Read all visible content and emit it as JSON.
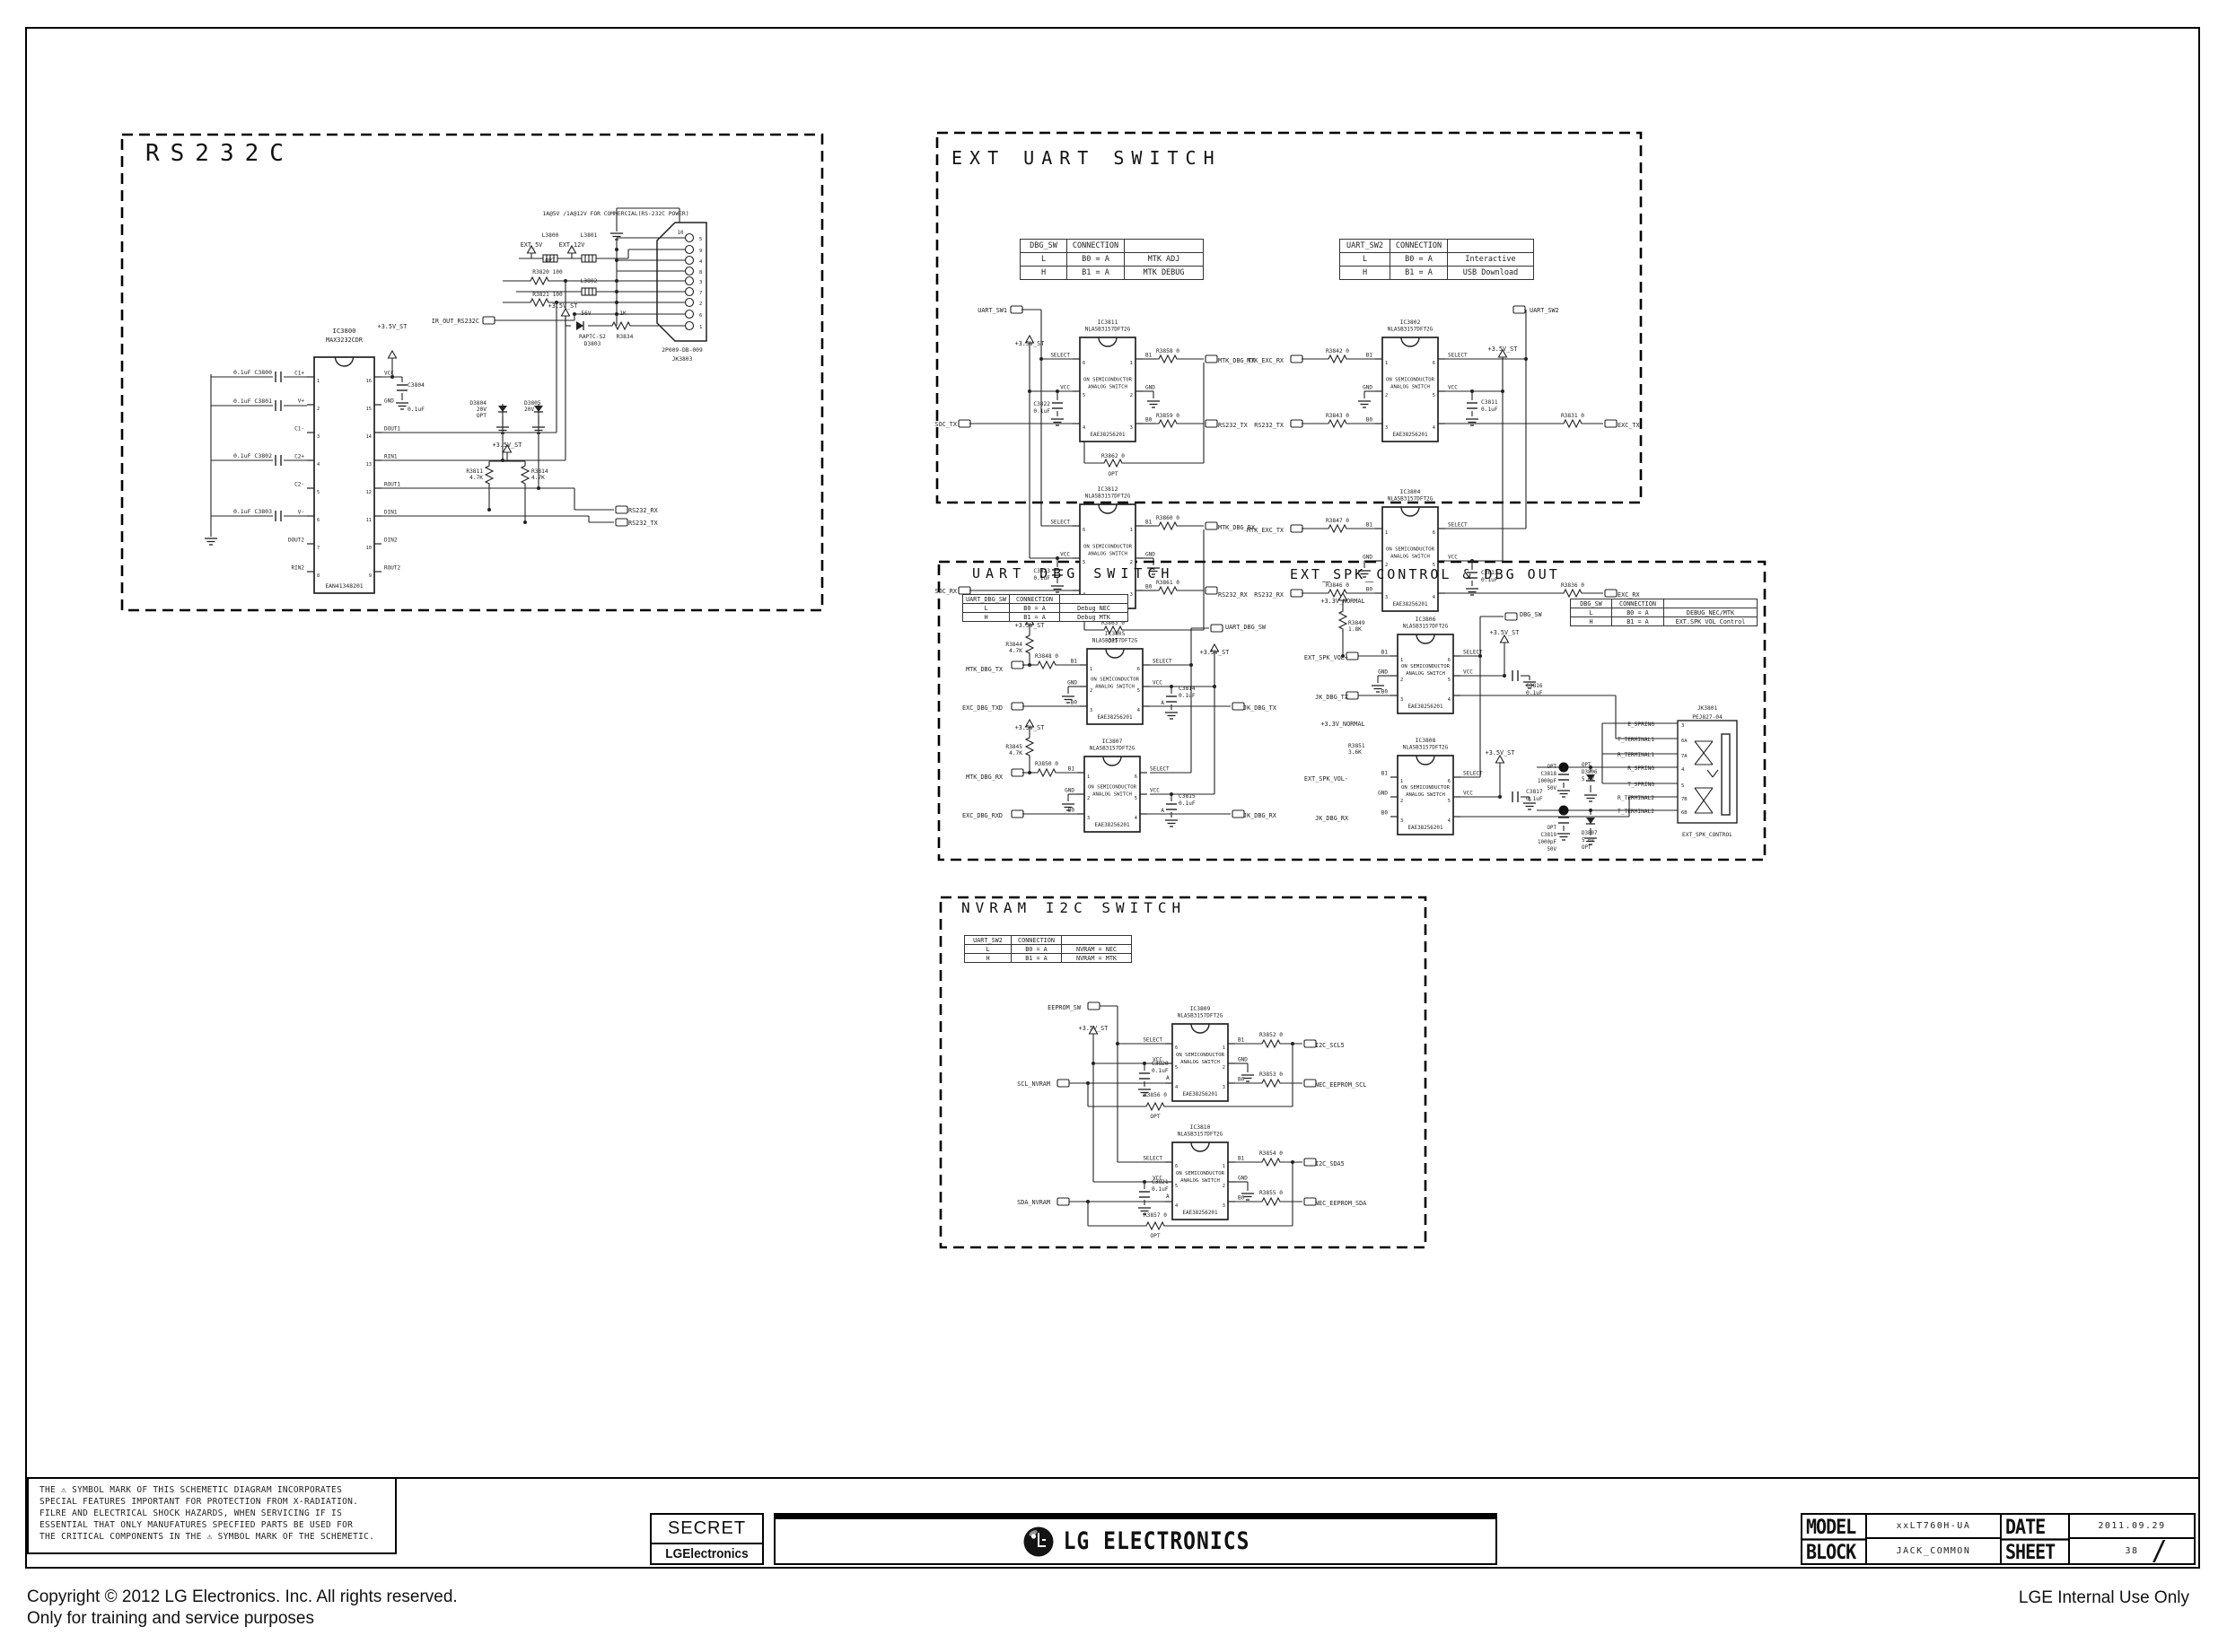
{
  "sections": {
    "rs232c": {
      "title": "RS232C",
      "labels": [
        "0.1uF C3800",
        "0.1uF C3801",
        "0.1uF C3802",
        "0.1uF C3803",
        "+3.5V_ST",
        "C3804",
        "0.1uF",
        "EXT_5V",
        "EXT_12V",
        "L3800",
        "OPT",
        "L3801",
        "R3820  100",
        "L3802",
        "R3821  100",
        "+3.5V_ST",
        "D3804",
        "20V",
        "OPT",
        "D3805",
        "20V",
        "56V",
        "1K",
        "RAPTC-S2",
        "D3803",
        "R3834",
        "+3.5V_ST",
        "R3811",
        "4.7K",
        "R3814",
        "4.7K",
        "IR_OUT_RS232C",
        "RS232_RX",
        "RS232_TX",
        "1A@5V /1A@12V FOR COMMERCIAL(RS-232C POWER)",
        "2P009-DB-009",
        "JK3803",
        "10",
        "5",
        "9",
        "4",
        "8",
        "3",
        "7",
        "2",
        "6",
        "1"
      ]
    },
    "ext_uart": {
      "title": "EXT UART SWITCH",
      "labels": [
        "UART_SW1",
        "+3.5V_ST",
        "SOC_TX",
        "SOC_RX",
        "C3822",
        "0.1uF",
        "C3823",
        "0.1uF",
        "R3862  0",
        "OPT",
        "R3863  0",
        "OPT",
        "R3858 0",
        "R3859 0",
        "R3860 0",
        "R3861 0",
        "MTK_DBG_TX",
        "RS232_TX",
        "MTK_DBG_RX",
        "RS232_RX",
        "MTK_EXC_RX",
        "R3842 0",
        "RS232_TX",
        "R3843 0",
        "MTK_EXC_TX",
        "R3847 0",
        "RS232_RX",
        "R3846 0",
        "UART_SW2",
        "+3.5V_ST",
        "C3811",
        "0.1uF",
        "C3813",
        "0.1uF",
        "R3831 0",
        "EXC_TX",
        "R3836 0",
        "EXC_RX"
      ]
    },
    "uart_dbg": {
      "title": "UART DBG SWITCH",
      "labels": [
        "+3.5V_ST",
        "R3844",
        "4.7K",
        "MTK_DBG_TX",
        "R3848 0",
        "EXC_DBG_TXD",
        "+3.5V_ST",
        "R3845",
        "4.7K",
        "MTK_DBG_RX",
        "R3850 0",
        "EXC_DBG_RXD",
        "C3814",
        "0.1uF",
        "A",
        "C3815",
        "0.1uF",
        "A",
        "UART_DBG_SW",
        "+3.5V_ST",
        "JK_DBG_TX",
        "JK_DBG_RX"
      ]
    },
    "spk": {
      "title": "EXT_SPK_CONTROL & DBG OUT",
      "labels": [
        "+3.3V_NORMAL",
        "R3849",
        "1.8K",
        "EXT_SPK_VOL+",
        "DBG_SW",
        "+3.5V_ST",
        "C3816",
        "0.1uF",
        "JK_DBG_TX",
        "+3.3V_NORMAL",
        "R3851",
        "3.6K",
        "EXT_SPK_VOL-",
        "JK_DBG_RX",
        "+3.5V_ST",
        "C3817",
        "0.1uF",
        "OPT",
        "C3818",
        "1000pF",
        "50V",
        "OPT",
        "D3806",
        "5.6V",
        "OPT",
        "C3819",
        "1000pF",
        "50V",
        "D3807",
        "5.6V",
        "OPT",
        "JK3801",
        "PEJ827-04",
        "E_SPRING",
        "3",
        "T_TERMINAL1",
        "6A",
        "R_TERMINAL1",
        "7A",
        "R_SPRING",
        "4",
        "T_SPRING",
        "5",
        "R_TERMINAL2",
        "7B",
        "T_TERMINAL2",
        "6B",
        "EXT_SPK_CONTROL"
      ]
    },
    "nvram": {
      "title": "NVRAM I2C SWITCH",
      "labels": [
        "EEPROM_SW",
        "+3.5V_ST",
        "SCL_NVRAM",
        "SDA_NVRAM",
        "C3820",
        "0.1uF",
        "A",
        "C3821",
        "0.1uF",
        "A",
        "R3852 0",
        "I2C_SCL5",
        "R3853 0",
        "NEC_EEPROM_SCL",
        "R3856 0",
        "OPT",
        "R3854 0",
        "I2C_SDA5",
        "R3855 0",
        "NEC_EEPROM_SDA",
        "R3857 0",
        "OPT"
      ]
    }
  },
  "tables": {
    "dbg_sw": {
      "headers": [
        "DBG_SW",
        "CONNECTION",
        ""
      ],
      "rows": [
        [
          "L",
          "B0 = A",
          "MTK ADJ"
        ],
        [
          "H",
          "B1 = A",
          "MTK DEBUG"
        ]
      ]
    },
    "uart_sw2": {
      "headers": [
        "UART_SW2",
        "CONNECTION",
        ""
      ],
      "rows": [
        [
          "L",
          "B0 = A",
          "Interactive"
        ],
        [
          "H",
          "B1 = A",
          "USB Download"
        ]
      ]
    },
    "uart_dbg_sw": {
      "headers": [
        "UART_DBG_SW",
        "CONNECTION",
        ""
      ],
      "rows": [
        [
          "L",
          "B0 = A",
          "Debug NEC"
        ],
        [
          "H",
          "B1 = A",
          "Debug MTK"
        ]
      ]
    },
    "spk_dbg_sw": {
      "headers": [
        "DBG_SW",
        "CONNECTION",
        ""
      ],
      "rows": [
        [
          "L",
          "B0 = A",
          "DEBUG_NEC/MTK"
        ],
        [
          "H",
          "B1 = A",
          "EXT.SPK VOL Control"
        ]
      ]
    },
    "nvram_sw": {
      "headers": [
        "UART_SW2",
        "CONNECTION",
        ""
      ],
      "rows": [
        [
          "L",
          "B0 = A",
          "NVRAM = NEC"
        ],
        [
          "H",
          "B1 = A",
          "NVRAM = MTK"
        ]
      ]
    }
  },
  "ics": [
    {
      "ref": "IC3800",
      "part": "MAX3232CDR",
      "maker1": "",
      "maker2": "",
      "footer": "EAN41348201",
      "pins": {
        "left": [
          {
            "n": "1",
            "t": "C1+"
          },
          {
            "n": "2",
            "t": "V+"
          },
          {
            "n": "3",
            "t": "C1-"
          },
          {
            "n": "4",
            "t": "C2+"
          },
          {
            "n": "5",
            "t": "C2-"
          },
          {
            "n": "6",
            "t": "V-"
          },
          {
            "n": "7",
            "t": "DOUT2"
          },
          {
            "n": "8",
            "t": "RIN2"
          }
        ],
        "right": [
          {
            "n": "16",
            "t": "VCC"
          },
          {
            "n": "15",
            "t": "GND"
          },
          {
            "n": "14",
            "t": "DOUT1"
          },
          {
            "n": "13",
            "t": "RIN1"
          },
          {
            "n": "12",
            "t": "ROUT1"
          },
          {
            "n": "11",
            "t": "DIN1"
          },
          {
            "n": "10",
            "t": "DIN2"
          },
          {
            "n": "9",
            "t": "ROUT2"
          }
        ]
      }
    },
    {
      "ref": "IC3811",
      "part": "NLASB3157DFT2G",
      "maker1": "ON SEMICONDUCTOR",
      "maker2": "ANALOG SWITCH",
      "footer": "EAE38256201",
      "pins": {
        "left": [
          {
            "n": "6",
            "t": "SELECT"
          },
          {
            "n": "5",
            "t": "VCC"
          },
          {
            "n": "4",
            "t": ""
          }
        ],
        "right": [
          {
            "n": "1",
            "t": "B1"
          },
          {
            "n": "2",
            "t": "GND"
          },
          {
            "n": "3",
            "t": "B0"
          }
        ]
      }
    },
    {
      "ref": "IC3812",
      "part": "NLASB3157DFT2G",
      "maker1": "ON SEMICONDUCTOR",
      "maker2": "ANALOG SWITCH",
      "footer": "EAE38256201",
      "pins": {
        "left": [
          {
            "n": "6",
            "t": "SELECT"
          },
          {
            "n": "5",
            "t": "VCC"
          },
          {
            "n": "4",
            "t": ""
          }
        ],
        "right": [
          {
            "n": "1",
            "t": "B1"
          },
          {
            "n": "2",
            "t": "GND"
          },
          {
            "n": "3",
            "t": "B0"
          }
        ]
      }
    },
    {
      "ref": "IC3802",
      "part": "NLASB3157DFT2G",
      "maker1": "ON SEMICONDUCTOR",
      "maker2": "ANALOG SWITCH",
      "footer": "EAE38256201",
      "pins": {
        "left": [
          {
            "n": "1",
            "t": "B1"
          },
          {
            "n": "2",
            "t": "GND"
          },
          {
            "n": "3",
            "t": "B0"
          }
        ],
        "right": [
          {
            "n": "6",
            "t": "SELECT"
          },
          {
            "n": "5",
            "t": "VCC"
          },
          {
            "n": "4",
            "t": ""
          }
        ]
      }
    },
    {
      "ref": "IC3804",
      "part": "NLASB3157DFT2G",
      "maker1": "ON SEMICONDUCTOR",
      "maker2": "ANALOG SWITCH",
      "footer": "EAE38256201",
      "pins": {
        "left": [
          {
            "n": "1",
            "t": "B1"
          },
          {
            "n": "2",
            "t": "GND"
          },
          {
            "n": "3",
            "t": "B0"
          }
        ],
        "right": [
          {
            "n": "6",
            "t": "SELECT"
          },
          {
            "n": "5",
            "t": "VCC"
          },
          {
            "n": "4",
            "t": ""
          }
        ]
      }
    },
    {
      "ref": "IC3805",
      "part": "NLASB3157DFT2G",
      "maker1": "ON SEMICONDUCTOR",
      "maker2": "ANALOG SWITCH",
      "footer": "EAE38256201",
      "pins": {
        "left": [
          {
            "n": "1",
            "t": "B1"
          },
          {
            "n": "2",
            "t": "GND"
          },
          {
            "n": "3",
            "t": "B0"
          }
        ],
        "right": [
          {
            "n": "6",
            "t": "SELECT"
          },
          {
            "n": "5",
            "t": "VCC"
          },
          {
            "n": "4",
            "t": ""
          }
        ]
      }
    },
    {
      "ref": "IC3807",
      "part": "NLASB3157DFT2G",
      "maker1": "ON SEMICONDUCTOR",
      "maker2": "ANALOG SWITCH",
      "footer": "EAE38256201",
      "pins": {
        "left": [
          {
            "n": "1",
            "t": "B1"
          },
          {
            "n": "2",
            "t": "GND"
          },
          {
            "n": "3",
            "t": "B0"
          }
        ],
        "right": [
          {
            "n": "6",
            "t": "SELECT"
          },
          {
            "n": "5",
            "t": "VCC"
          },
          {
            "n": "4",
            "t": ""
          }
        ]
      }
    },
    {
      "ref": "IC3806",
      "part": "NLASB3157DFT2G",
      "maker1": "ON SEMICONDUCTOR",
      "maker2": "ANALOG SWITCH",
      "footer": "EAE38256201",
      "pins": {
        "left": [
          {
            "n": "1",
            "t": "B1"
          },
          {
            "n": "2",
            "t": "GND"
          },
          {
            "n": "3",
            "t": "B0"
          }
        ],
        "right": [
          {
            "n": "6",
            "t": "SELECT"
          },
          {
            "n": "5",
            "t": "VCC"
          },
          {
            "n": "4",
            "t": ""
          }
        ]
      }
    },
    {
      "ref": "IC3808",
      "part": "NLASB3157DFT2G",
      "maker1": "ON SEMICONDUCTOR",
      "maker2": "ANALOG SWITCH",
      "footer": "EAE38256201",
      "pins": {
        "left": [
          {
            "n": "1",
            "t": "B1"
          },
          {
            "n": "2",
            "t": "GND"
          },
          {
            "n": "3",
            "t": "B0"
          }
        ],
        "right": [
          {
            "n": "6",
            "t": "SELECT"
          },
          {
            "n": "5",
            "t": "VCC"
          },
          {
            "n": "4",
            "t": ""
          }
        ]
      }
    },
    {
      "ref": "IC3809",
      "part": "NLASB3157DFT2G",
      "maker1": "ON SEMICONDUCTOR",
      "maker2": "ANALOG SWITCH",
      "footer": "EAE38256201",
      "pins": {
        "left": [
          {
            "n": "6",
            "t": "SELECT"
          },
          {
            "n": "5",
            "t": "VCC"
          },
          {
            "n": "4",
            "t": ""
          }
        ],
        "right": [
          {
            "n": "1",
            "t": "B1"
          },
          {
            "n": "2",
            "t": "GND"
          },
          {
            "n": "3",
            "t": "B0"
          }
        ]
      }
    },
    {
      "ref": "IC3810",
      "part": "NLASB3157DFT2G",
      "maker1": "ON SEMICONDUCTOR",
      "maker2": "ANALOG SWITCH",
      "footer": "EAE38256201",
      "pins": {
        "left": [
          {
            "n": "6",
            "t": "SELECT"
          },
          {
            "n": "5",
            "t": "VCC"
          },
          {
            "n": "4",
            "t": ""
          }
        ],
        "right": [
          {
            "n": "1",
            "t": "B1"
          },
          {
            "n": "2",
            "t": "GND"
          },
          {
            "n": "3",
            "t": "B0"
          }
        ]
      }
    }
  ],
  "footer": {
    "warning_lines": [
      "THE ⚠ SYMBOL MARK OF THIS SCHEMETIC DIAGRAM INCORPORATES",
      "SPECIAL FEATURES IMPORTANT FOR PROTECTION FROM X-RADIATION.",
      "FILRE AND ELECTRICAL SHOCK HAZARDS, WHEN SERVICING IF IS",
      "ESSENTIAL THAT ONLY MANUFATURES SPECFIED PARTS BE USED FOR",
      "THE CRITICAL COMPONENTS IN THE ⚠ SYMBOL MARK OF THE SCHEMETIC."
    ],
    "secret_stamp": "SECRET",
    "secret_company": "LGElectronics",
    "logo_text": "LG ELECTRONICS",
    "titleblock": {
      "model_label": "MODEL",
      "model_value": "xxLT760H-UA",
      "block_label": "BLOCK",
      "block_value": "JACK_COMMON",
      "date_label": "DATE",
      "date_value": "2011.09.29",
      "sheet_label": "SHEET",
      "sheet_value": "38"
    },
    "copyright1": "Copyright © 2012 LG Electronics. Inc. All rights reserved.",
    "copyright2": "Only for training and service purposes",
    "internal_use": "LGE Internal Use Only"
  }
}
